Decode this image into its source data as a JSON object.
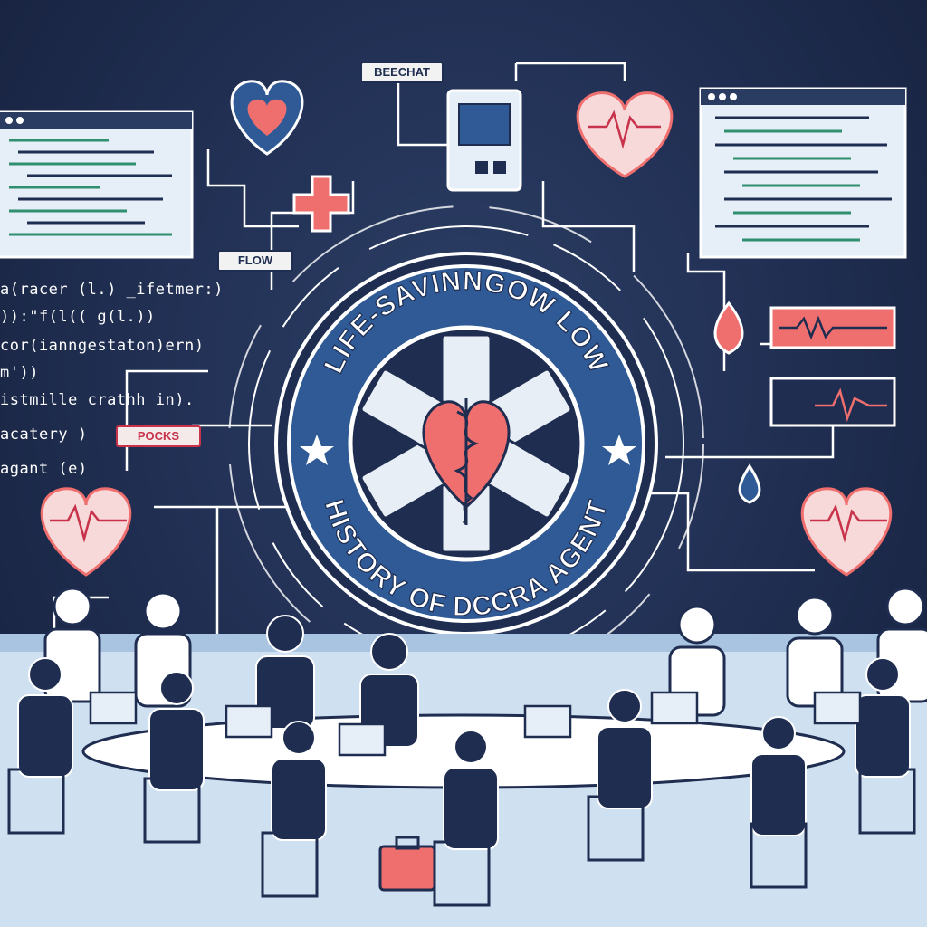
{
  "badge": {
    "title_top": "LIFE-SAVINNGOW LOW",
    "title_bottom": "HISTORY OF DCCRA AGENT"
  },
  "labels": {
    "beechat": "BEECHAT",
    "flow": "FLOW",
    "pocks": "POCKS"
  },
  "code_lines": [
    "a(racer (l.) _ifetmer:)",
    ")):\"f(l(( g(l.))",
    "cor(ianngestaton)ern)",
    "m'))",
    "istmille crathh in).",
    "acatery )",
    "agant (e)"
  ],
  "colors": {
    "navy": "#1f2d50",
    "badge_blue": "#2f5a96",
    "heart_red": "#ef6f6f",
    "accent_red": "#c8324a",
    "screen_bg": "#e6eef7"
  },
  "icons": [
    "heart-icon",
    "medical-cross-icon",
    "heartbeat-icon",
    "caduceus-icon",
    "star-icon",
    "water-drop-icon",
    "briefcase-icon",
    "laptop-icon"
  ]
}
